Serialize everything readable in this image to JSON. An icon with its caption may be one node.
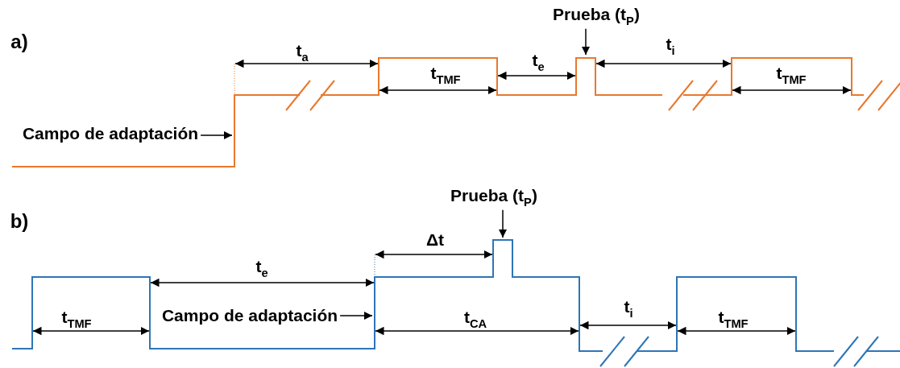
{
  "diagram": {
    "nodes": [
      {
        "text": [
          "Prueba (t$_{P}$)"
        ]
      },
      {
        "text": [
          "Campo de adaptación"
        ]
      },
      {
        "text": [
          "Prueba (t$_{P}$)"
        ]
      },
      {
        "text": [
          "Campo de adaptación"
        ]
      }
    ],
    "edges": [
      {
        "from": 0,
        "to": null,
        "arrow": "to"
      },
      {
        "from": 1,
        "to": null,
        "arrow": "to"
      },
      {
        "from": 2,
        "to": null,
        "arrow": "to"
      },
      {
        "from": 3,
        "to": null,
        "arrow": "to"
      }
    ],
    "labels": [
      "a)",
      "t$_{a}$",
      "t$_{e}$",
      "t$_{i}$",
      "t$_{TMF}$",
      "t$_{TMF}$",
      "b)",
      "Δt",
      "t$_{e}$",
      "t$_{TMF}$",
      "t$_{CA}$",
      "t$_{i}$",
      "t$_{TMF}$"
    ]
  }
}
